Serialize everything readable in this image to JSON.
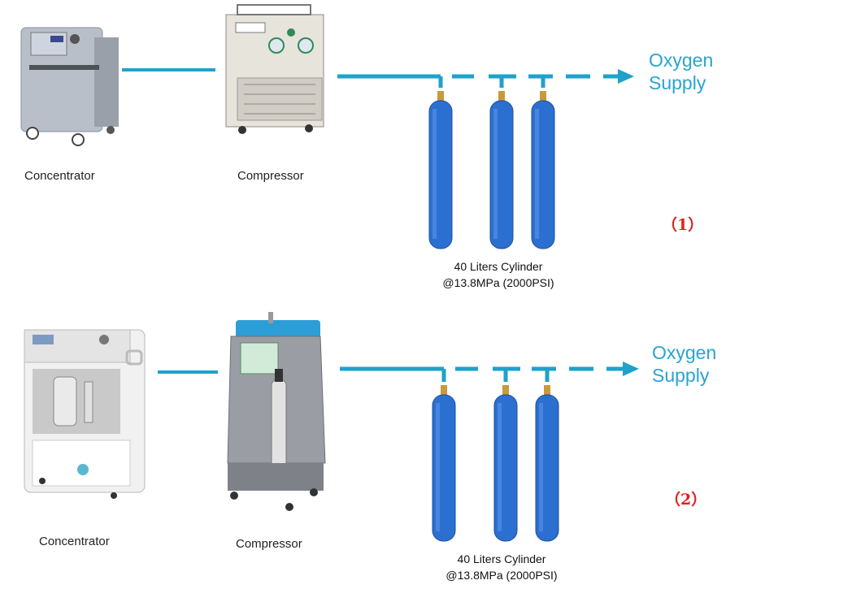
{
  "colors": {
    "line": "#1fa2c9",
    "cylinder": "#2b6fd1",
    "label_text": "#2aa4cf",
    "tag": "#e0201c"
  },
  "icons": [
    "oxygen-concentrator-icon",
    "oxygen-compressor-icon",
    "oxygen-cylinder-icon",
    "arrow-right-icon"
  ],
  "schemes": [
    {
      "tag": "（1）",
      "concentrator_label": "Concentrator",
      "compressor_label": "Compressor",
      "cylinder_label_line1": "40 Liters Cylinder",
      "cylinder_label_line2": "@13.8MPa (2000PSI)",
      "supply_line1": "Oxygen",
      "supply_line2": "Supply"
    },
    {
      "tag": "（2）",
      "concentrator_label": "Concentrator",
      "compressor_label": "Compressor",
      "cylinder_label_line1": "40 Liters Cylinder",
      "cylinder_label_line2": "@13.8MPa (2000PSI)",
      "supply_line1": "Oxygen",
      "supply_line2": "Supply"
    }
  ]
}
